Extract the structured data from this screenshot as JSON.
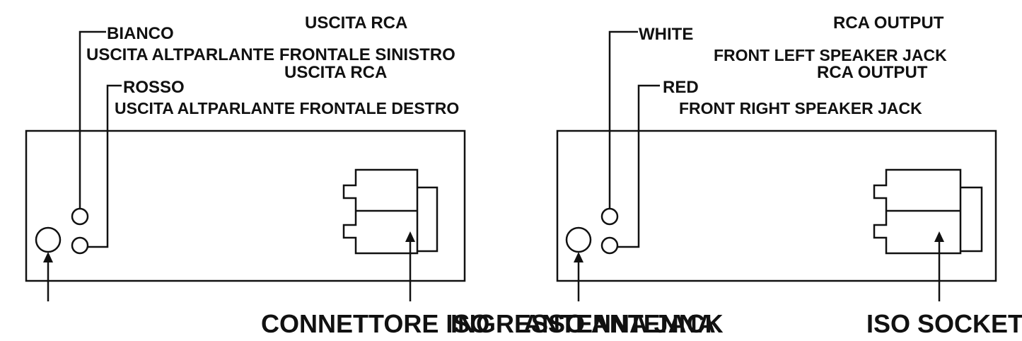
{
  "panel_it": {
    "rca_output_1": "USCITA RCA",
    "white": "BIANCO",
    "front_left_jack": "USCITA ALTPARLANTE FRONTALE SINISTRO",
    "rca_output_2": "USCITA RCA",
    "red": "ROSSO",
    "front_right_jack": "USCITA ALTPARLANTE FRONTALE DESTRO",
    "iso_socket": "CONNETTORE ISO",
    "antenna_jack": "INGRESSO ANTENNA"
  },
  "panel_en": {
    "rca_output_1": "RCA OUTPUT",
    "white": "WHITE",
    "front_left_jack": "FRONT LEFT SPEAKER JACK",
    "rca_output_2": "RCA OUTPUT",
    "red": "RED",
    "front_right_jack": "FRONT RIGHT SPEAKER JACK",
    "antenna_jack": "ANTENNA JACK",
    "iso_socket": "ISO SOCKET"
  },
  "colors": {
    "line": "#111111",
    "background": "#ffffff"
  }
}
